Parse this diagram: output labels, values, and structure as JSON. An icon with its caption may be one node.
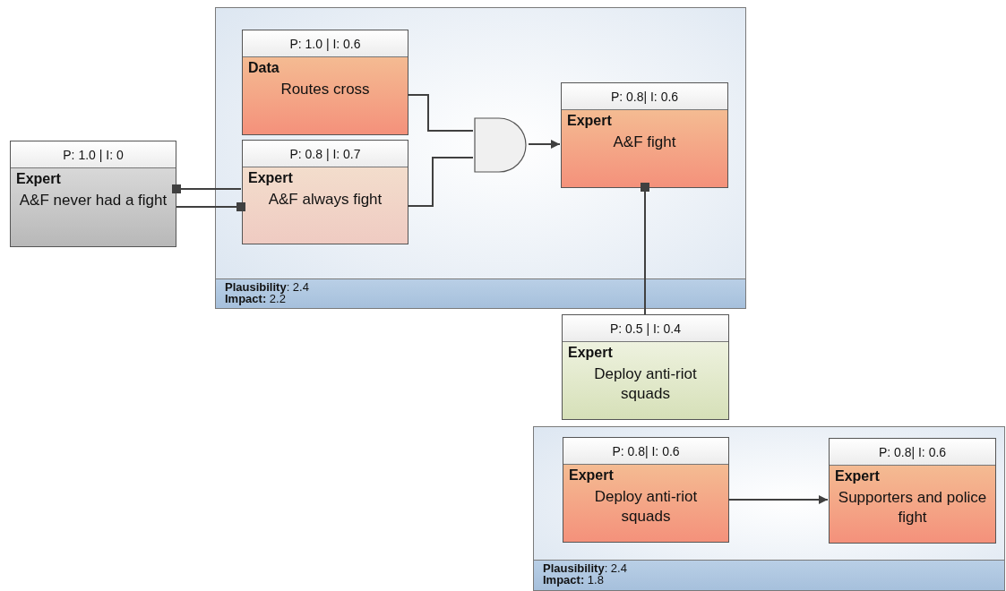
{
  "diagram": {
    "nodes": [
      {
        "text": [
          "**Plausibility**: 2.4",
          "**Impact:** 2.2"
        ]
      },
      {
        "text": [
          "P: 1.0 | I: 0.6",
          "Data",
          "Routes cross"
        ],
        "in": 0
      },
      {
        "text": [
          "P: 0.8 | I: 0.7",
          "Expert",
          "A&F always fight"
        ],
        "in": 0
      },
      {
        "text": [],
        "shape": "gate",
        "in": 0
      },
      {
        "text": [
          "P: 0.8| I: 0.6",
          "Expert",
          "A&F fight"
        ],
        "in": 0
      },
      {
        "text": [
          "P: 1.0 | I: 0",
          "Expert",
          "A&F never had a fight"
        ]
      },
      {
        "text": [
          "P: 0.5 | I: 0.4",
          "Expert",
          "Deploy anti-riot squads"
        ]
      },
      {
        "text": [
          "**Plausibility**: 2.4",
          "**Impact:** 1.8"
        ]
      },
      {
        "text": [
          "P: 0.8| I: 0.6",
          "Expert",
          "Deploy anti-riot squads"
        ],
        "in": 7
      },
      {
        "text": [
          "P: 0.8| I: 0.6",
          "Expert",
          "Supporters and police fight"
        ],
        "in": 7
      }
    ],
    "edges": [
      {
        "from": 1,
        "to": 3,
        "arrow": "none"
      },
      {
        "from": 2,
        "to": 3,
        "arrow": "none"
      },
      {
        "from": 3,
        "to": 4,
        "arrow": "to"
      },
      {
        "from": 2,
        "to": 5,
        "arrow": "other"
      },
      {
        "from": 5,
        "to": 2,
        "arrow": "other"
      },
      {
        "from": 6,
        "to": 4,
        "arrow": "other"
      },
      {
        "from": 8,
        "to": 9,
        "arrow": "to"
      }
    ]
  }
}
